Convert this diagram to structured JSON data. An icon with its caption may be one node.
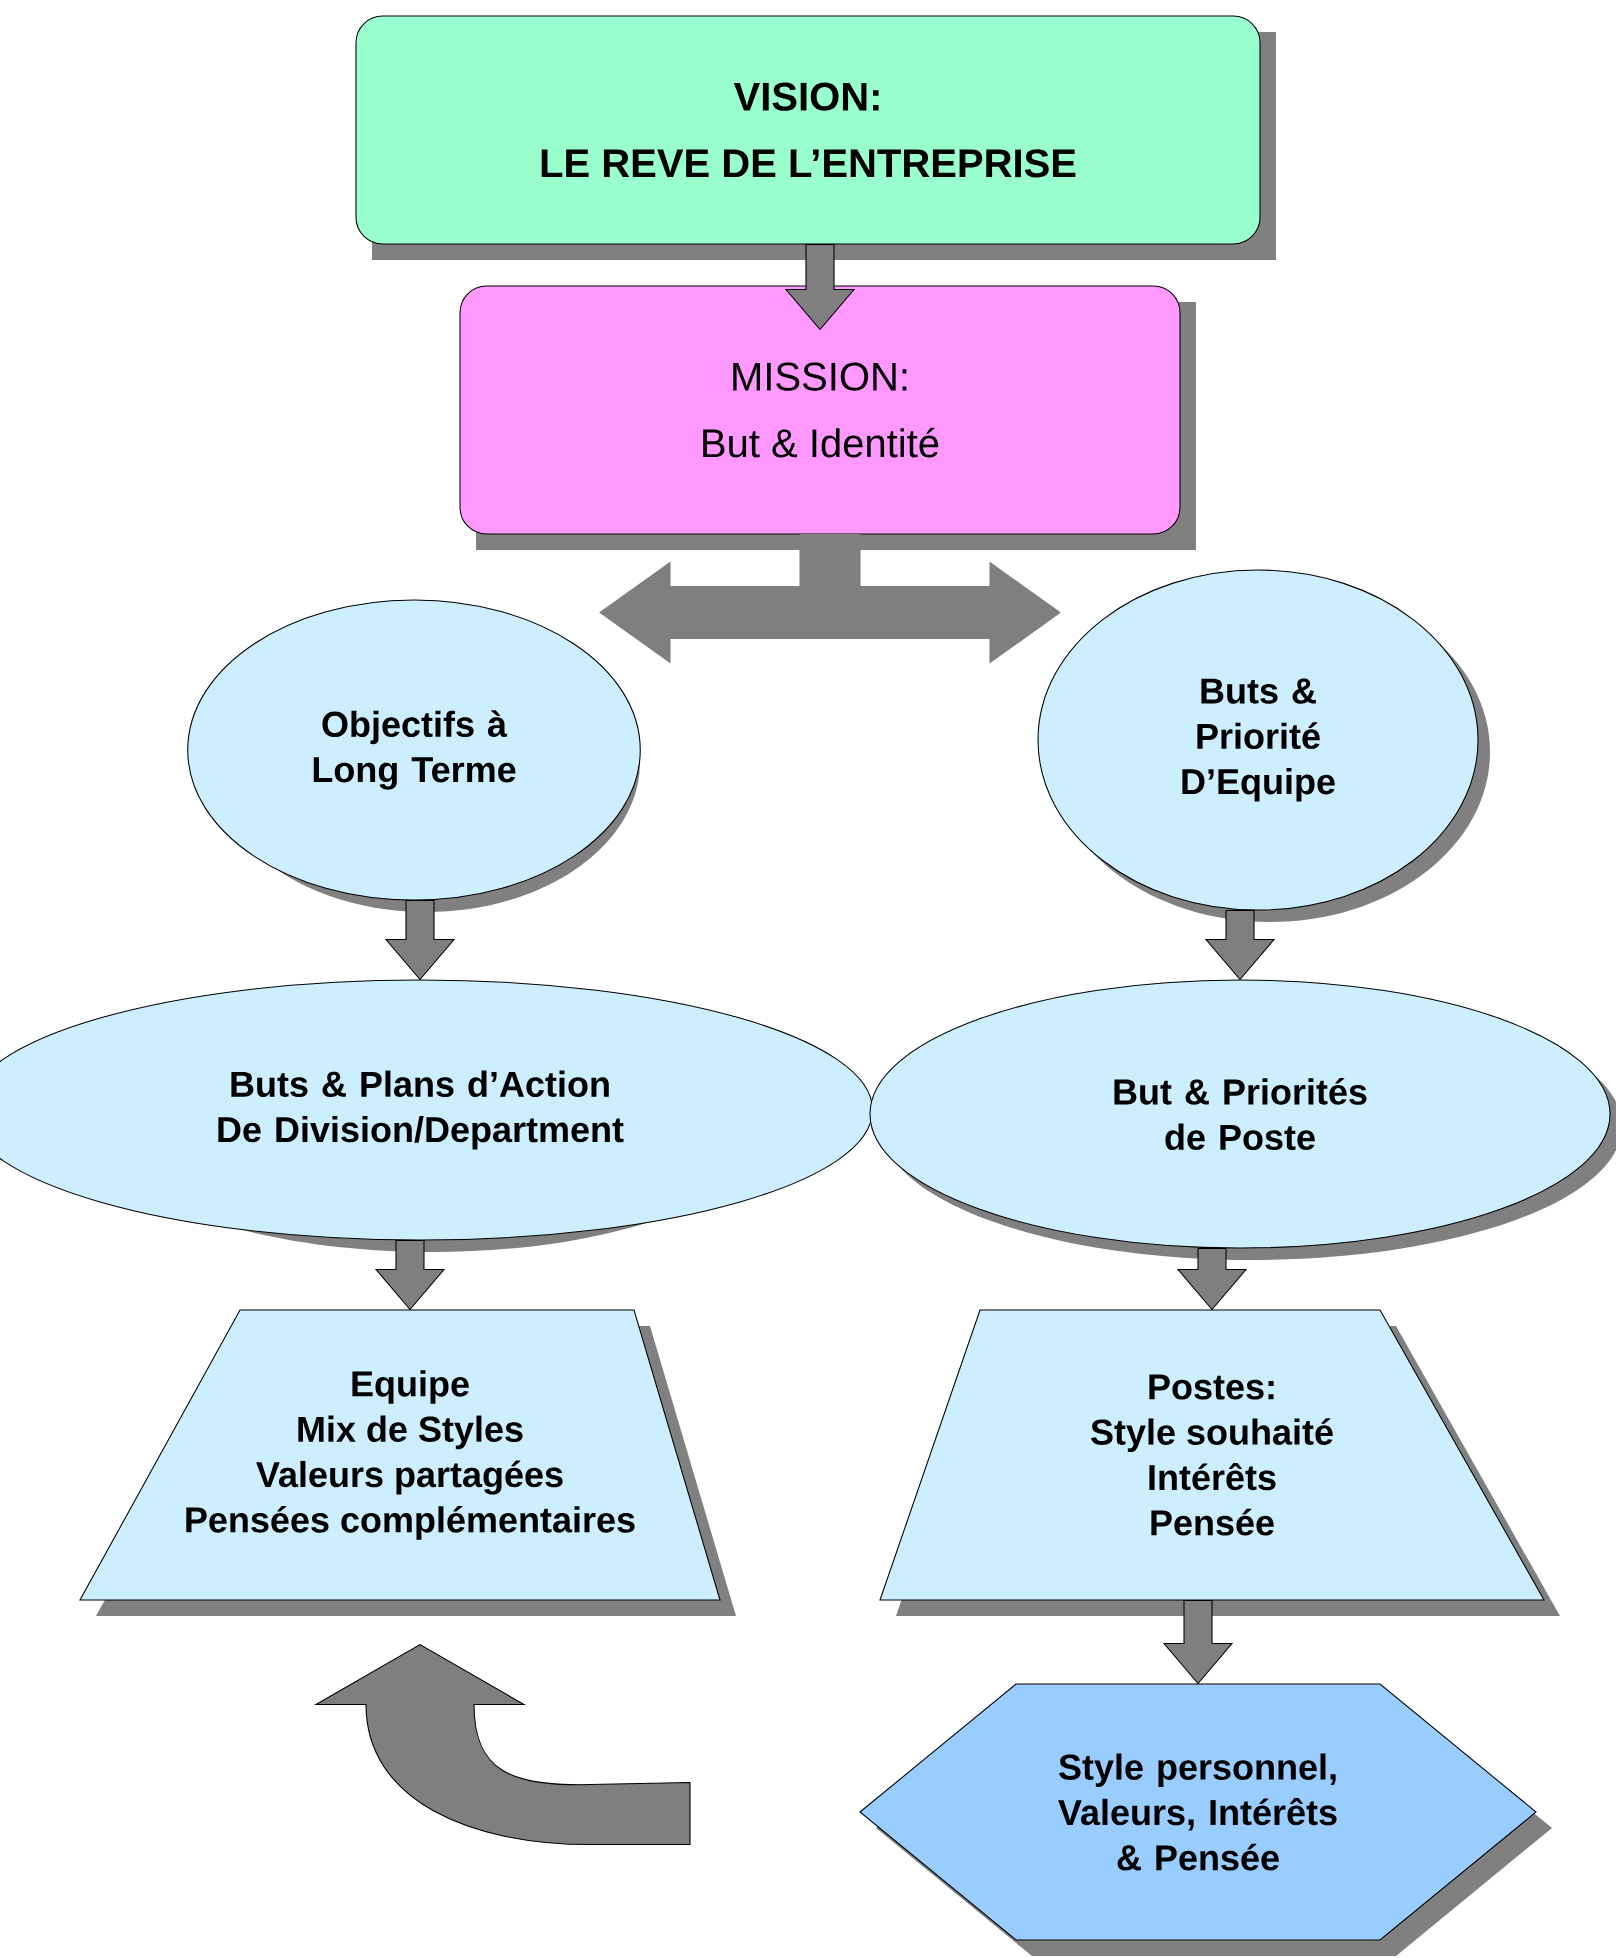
{
  "diagram": {
    "nodes": [
      {
        "text": [
          "VISION:",
          "LE REVE DE L’ENTREPRISE"
        ]
      },
      {
        "text": [
          "MISSION:",
          "But & Identité"
        ]
      },
      {
        "text": [
          "Objectifs à Long Terme"
        ]
      },
      {
        "text": [
          "Buts & Priorité D’Equipe"
        ]
      },
      {
        "text": [
          "Buts & Plans d’Action De Division/Department"
        ]
      },
      {
        "text": [
          "But & Priorités de Poste"
        ]
      },
      {
        "text": [
          "Equipe",
          "Mix de Styles",
          "Valeurs partagées",
          "Pensées complémentaires"
        ]
      },
      {
        "text": [
          "Postes:",
          "Style souhaité",
          "Intérêts",
          "Pensée"
        ]
      },
      {
        "text": [
          "Style personnel, Valeurs, Intérêts & Pensée"
        ]
      }
    ],
    "edges": [
      {
        "from": 0,
        "to": 1,
        "arrow": "to"
      },
      {
        "from": 1,
        "to": 2,
        "arrow": "to"
      },
      {
        "from": 1,
        "to": 3,
        "arrow": "to"
      },
      {
        "from": 2,
        "to": 4,
        "arrow": "to"
      },
      {
        "from": 3,
        "to": 5,
        "arrow": "to"
      },
      {
        "from": 4,
        "to": 6,
        "arrow": "to"
      },
      {
        "from": 5,
        "to": 7,
        "arrow": "to"
      },
      {
        "from": 7,
        "to": 8,
        "arrow": "to"
      },
      {
        "from": null,
        "to": 6,
        "arrow": "to"
      }
    ]
  }
}
